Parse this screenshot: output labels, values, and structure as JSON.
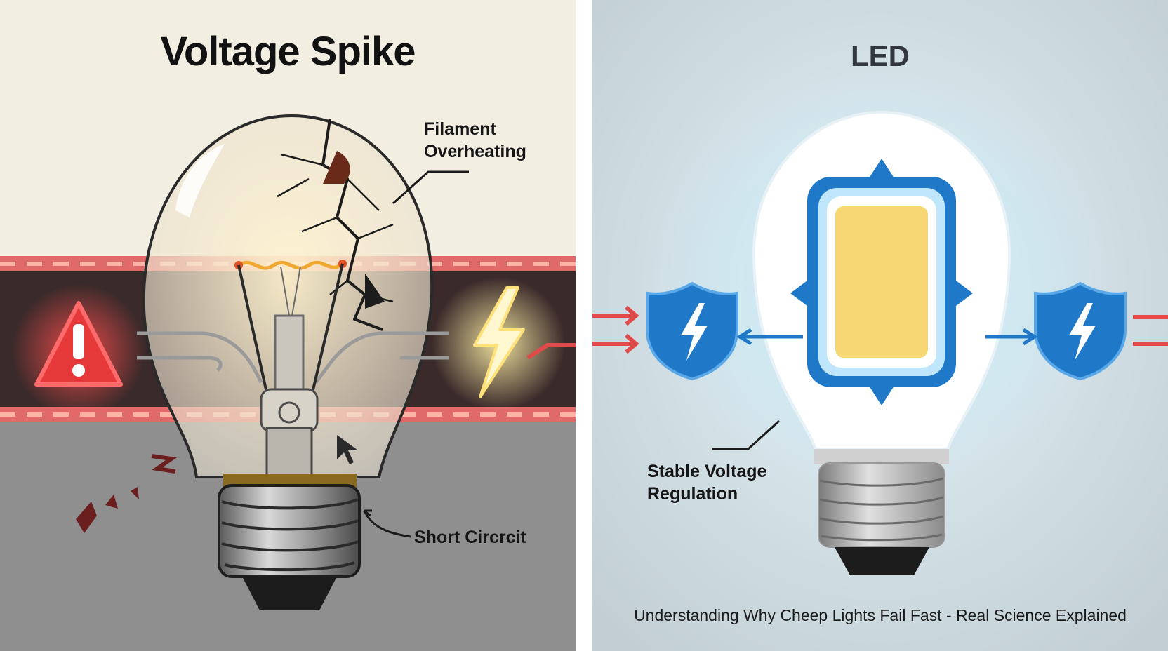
{
  "left_panel": {
    "title": "Voltage Spike",
    "labels": {
      "filament_line1": "Filament",
      "filament_line2": "Overheating",
      "short_circuit": "Short Circrcit"
    }
  },
  "right_panel": {
    "title": "LED",
    "labels": {
      "stable_line1": "Stable Voltage",
      "stable_line2": "Regulation"
    },
    "caption": "Understanding Why Cheep Lights Fail Fast - Real Science Explained"
  },
  "icons": [
    "warning-icon",
    "lightning-bolt-icon",
    "shield-lightning-icon",
    "incandescent-bulb-icon",
    "led-bulb-icon"
  ],
  "colors": {
    "left_background": "#f3eee2",
    "left_floor": "#8f8f8f",
    "danger_red": "#e63a3a",
    "dark_band": "#3b2a2a",
    "right_background": "#c7d3d9",
    "shield_blue": "#1f78c8",
    "led_chip_yellow": "#f7d774",
    "arrow_red": "#e04a4a"
  }
}
